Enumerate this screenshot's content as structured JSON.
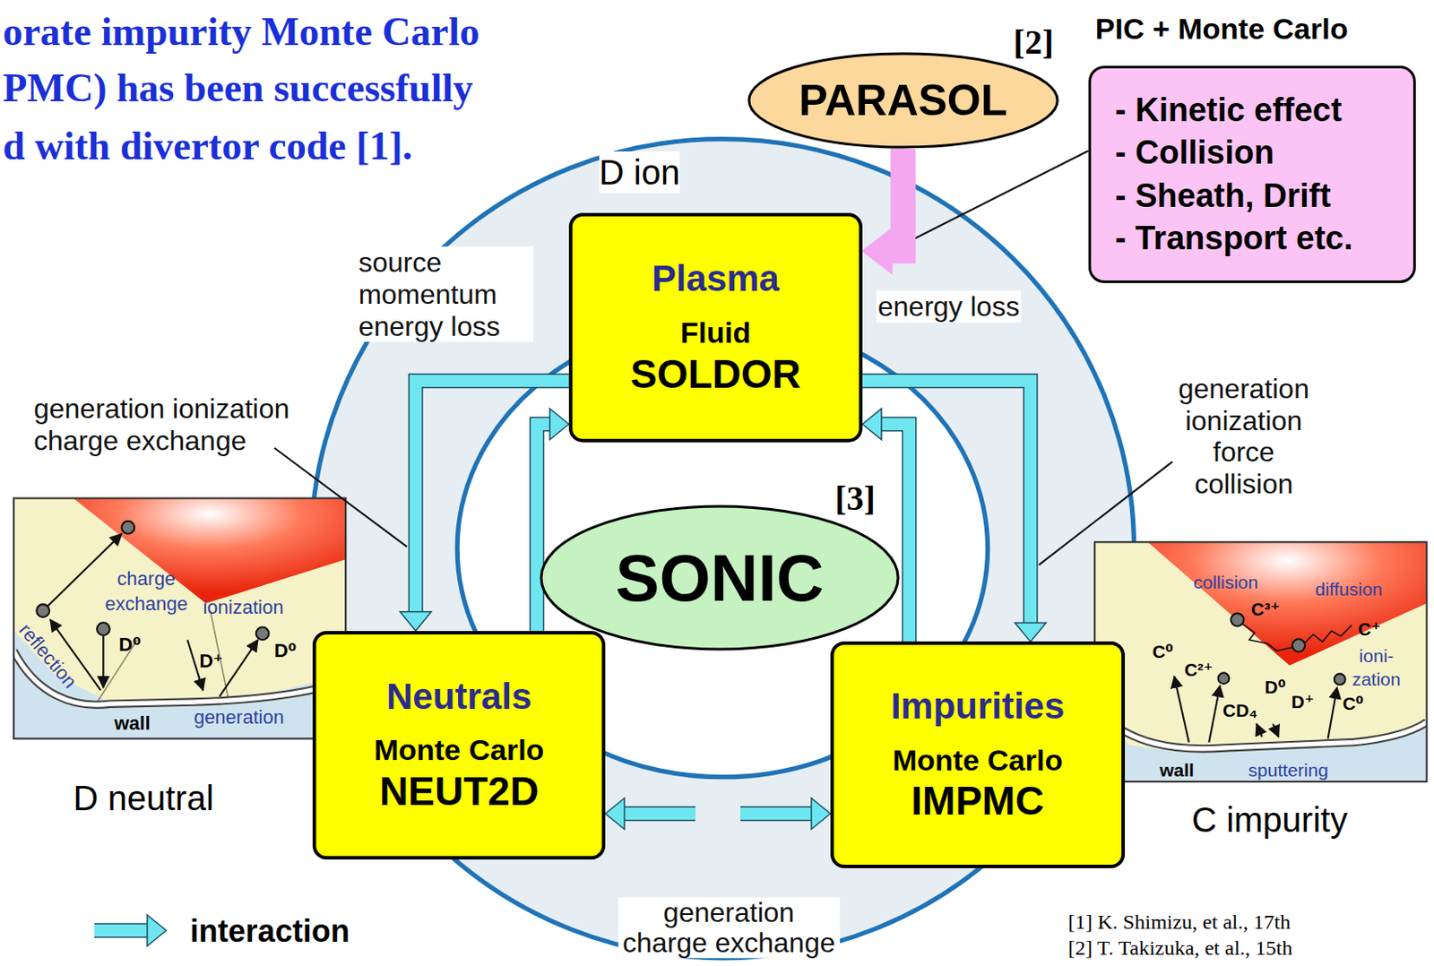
{
  "diagram": {
    "nodes": [
      {
        "text": [
          "PARASOL"
        ]
      },
      {
        "text": [
          "PIC + Monte Carlo",
          "- Kinetic effect",
          "- Collision",
          "- Sheath, Drift",
          "- Transport etc."
        ]
      },
      {
        "text": [
          "Plasma",
          "Fluid",
          "SOLDOR"
        ]
      },
      {
        "text": [
          "SONIC"
        ]
      },
      {
        "text": [
          "Neutrals",
          "Monte Carlo",
          "NEUT2D"
        ]
      },
      {
        "text": [
          "Impurities",
          "Monte Carlo",
          "IMPMC"
        ]
      }
    ],
    "edges": [
      {
        "from": 0,
        "to": 2,
        "arrow": "to"
      },
      {
        "from": 4,
        "to": 2,
        "arrow": "to",
        "label": "source momentum energy loss"
      },
      {
        "from": 5,
        "to": 2,
        "arrow": "to",
        "label": "energy loss"
      },
      {
        "from": 2,
        "to": 4,
        "arrow": "to",
        "label": "generation ionization charge exchange"
      },
      {
        "from": 2,
        "to": 5,
        "arrow": "to",
        "label": "generation ionization force collision"
      },
      {
        "from": 4,
        "to": 5,
        "arrow": "both",
        "label": "generation charge exchange"
      }
    ],
    "labels": [
      "orate impurity Monte Carlo",
      "PMC) has been successfully",
      "d with divertor code [1].",
      "[2]",
      "D ion",
      "[3]",
      "D neutral",
      "C impurity",
      "charge exchange",
      "ionization",
      "D⁰",
      "D⁺",
      "D⁰",
      "reflection",
      "wall",
      "generation",
      "collision",
      "diffusion",
      "C³⁺",
      "C⁺",
      "ioni- zation",
      "C⁰",
      "C²⁺",
      "D⁰",
      "D⁺",
      "C⁰",
      "CD₄",
      "wall",
      "sputtering",
      "[1] K. Shimizu, et al., 17th",
      "[2] T. Takizuka, et al., 15th"
    ],
    "legend": [
      {
        "text": "interaction"
      }
    ]
  }
}
